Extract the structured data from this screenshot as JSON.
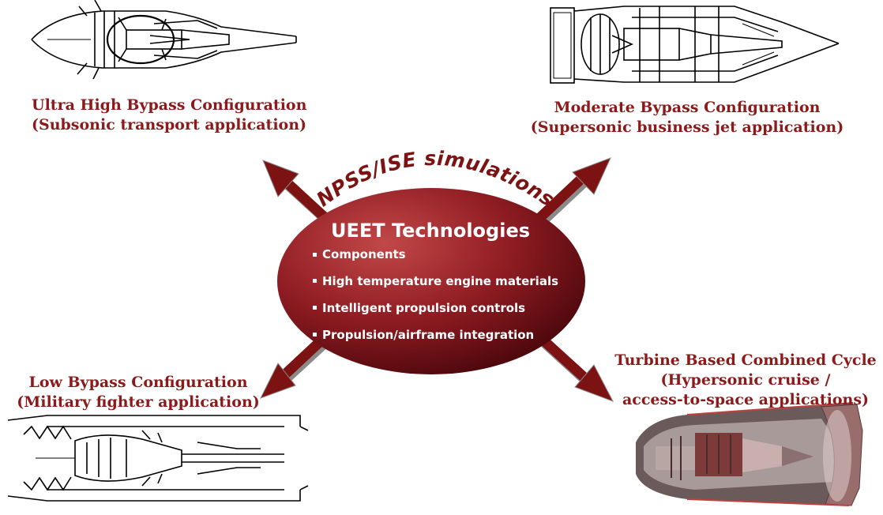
{
  "center": {
    "arc_text": "NPSS/ISE simulations",
    "title": "UEET Technologies",
    "bullets": [
      "Components",
      "High temperature engine materials",
      "Intelligent propulsion controls",
      "Propulsion/airframe integration"
    ]
  },
  "configurations": {
    "ultra": {
      "line1": "Ultra High Bypass Configuration",
      "line2": "(Subsonic transport application)"
    },
    "moderate": {
      "line1": "Moderate Bypass Configuration",
      "line2": "(Supersonic business jet application)"
    },
    "low": {
      "line1": "Low Bypass Configuration",
      "line2": "(Military fighter application)"
    },
    "tbcc": {
      "line1": "Turbine Based Combined Cycle",
      "line2": "(Hypersonic cruise /",
      "line3": "access-to-space applications)"
    }
  },
  "colors": {
    "accent": "#8c1a1a",
    "ellipse_dark": "#5a0a0e",
    "ellipse_light": "#b83a3a",
    "arrow": "#7d1212",
    "arrow_shadow": "#8a8a8a"
  }
}
